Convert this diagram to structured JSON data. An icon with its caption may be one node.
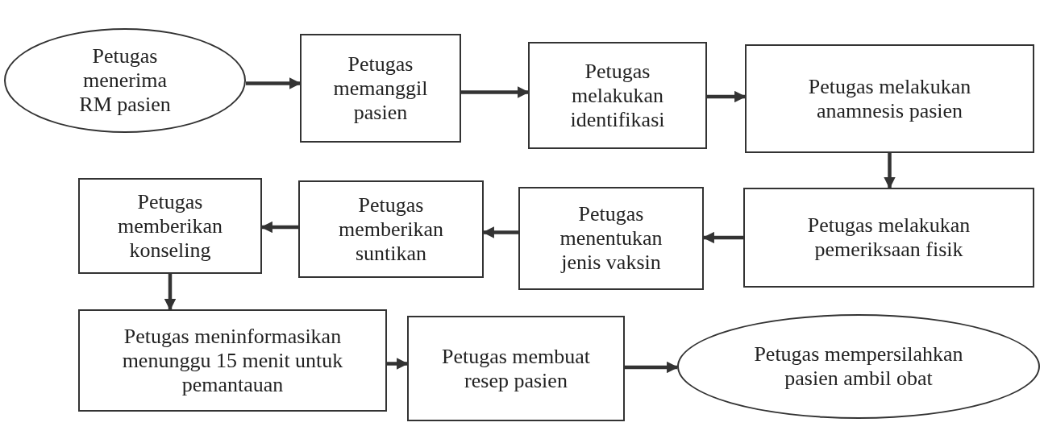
{
  "diagram": {
    "nodes": [
      {
        "text": [
          "Petugas menerima RM pasien"
        ]
      },
      {
        "text": [
          "Petugas memanggil pasien"
        ]
      },
      {
        "text": [
          "Petugas melakukan identifikasi"
        ]
      },
      {
        "text": [
          "Petugas melakukan anamnesis pasien"
        ]
      },
      {
        "text": [
          "Petugas melakukan pemeriksaan fisik"
        ]
      },
      {
        "text": [
          "Petugas menentukan jenis vaksin"
        ]
      },
      {
        "text": [
          "Petugas memberikan suntikan"
        ]
      },
      {
        "text": [
          "Petugas memberikan konseling"
        ]
      },
      {
        "text": [
          "Petugas meninformasikan menunggu 15 menit untuk pemantauan"
        ]
      },
      {
        "text": [
          "Petugas membuat resep pasien"
        ]
      },
      {
        "text": [
          "Petugas mempersilahkan pasien ambil obat"
        ]
      }
    ],
    "edges": [
      {
        "from": 0,
        "to": 1,
        "arrow": "to"
      },
      {
        "from": 1,
        "to": 2,
        "arrow": "to"
      },
      {
        "from": 2,
        "to": 3,
        "arrow": "to"
      },
      {
        "from": 3,
        "to": 4,
        "arrow": "to"
      },
      {
        "from": 4,
        "to": 5,
        "arrow": "to"
      },
      {
        "from": 5,
        "to": 6,
        "arrow": "to"
      },
      {
        "from": 6,
        "to": 7,
        "arrow": "to"
      },
      {
        "from": 7,
        "to": 8,
        "arrow": "to"
      },
      {
        "from": 8,
        "to": 9,
        "arrow": "to"
      },
      {
        "from": 9,
        "to": 10,
        "arrow": "to"
      }
    ]
  }
}
